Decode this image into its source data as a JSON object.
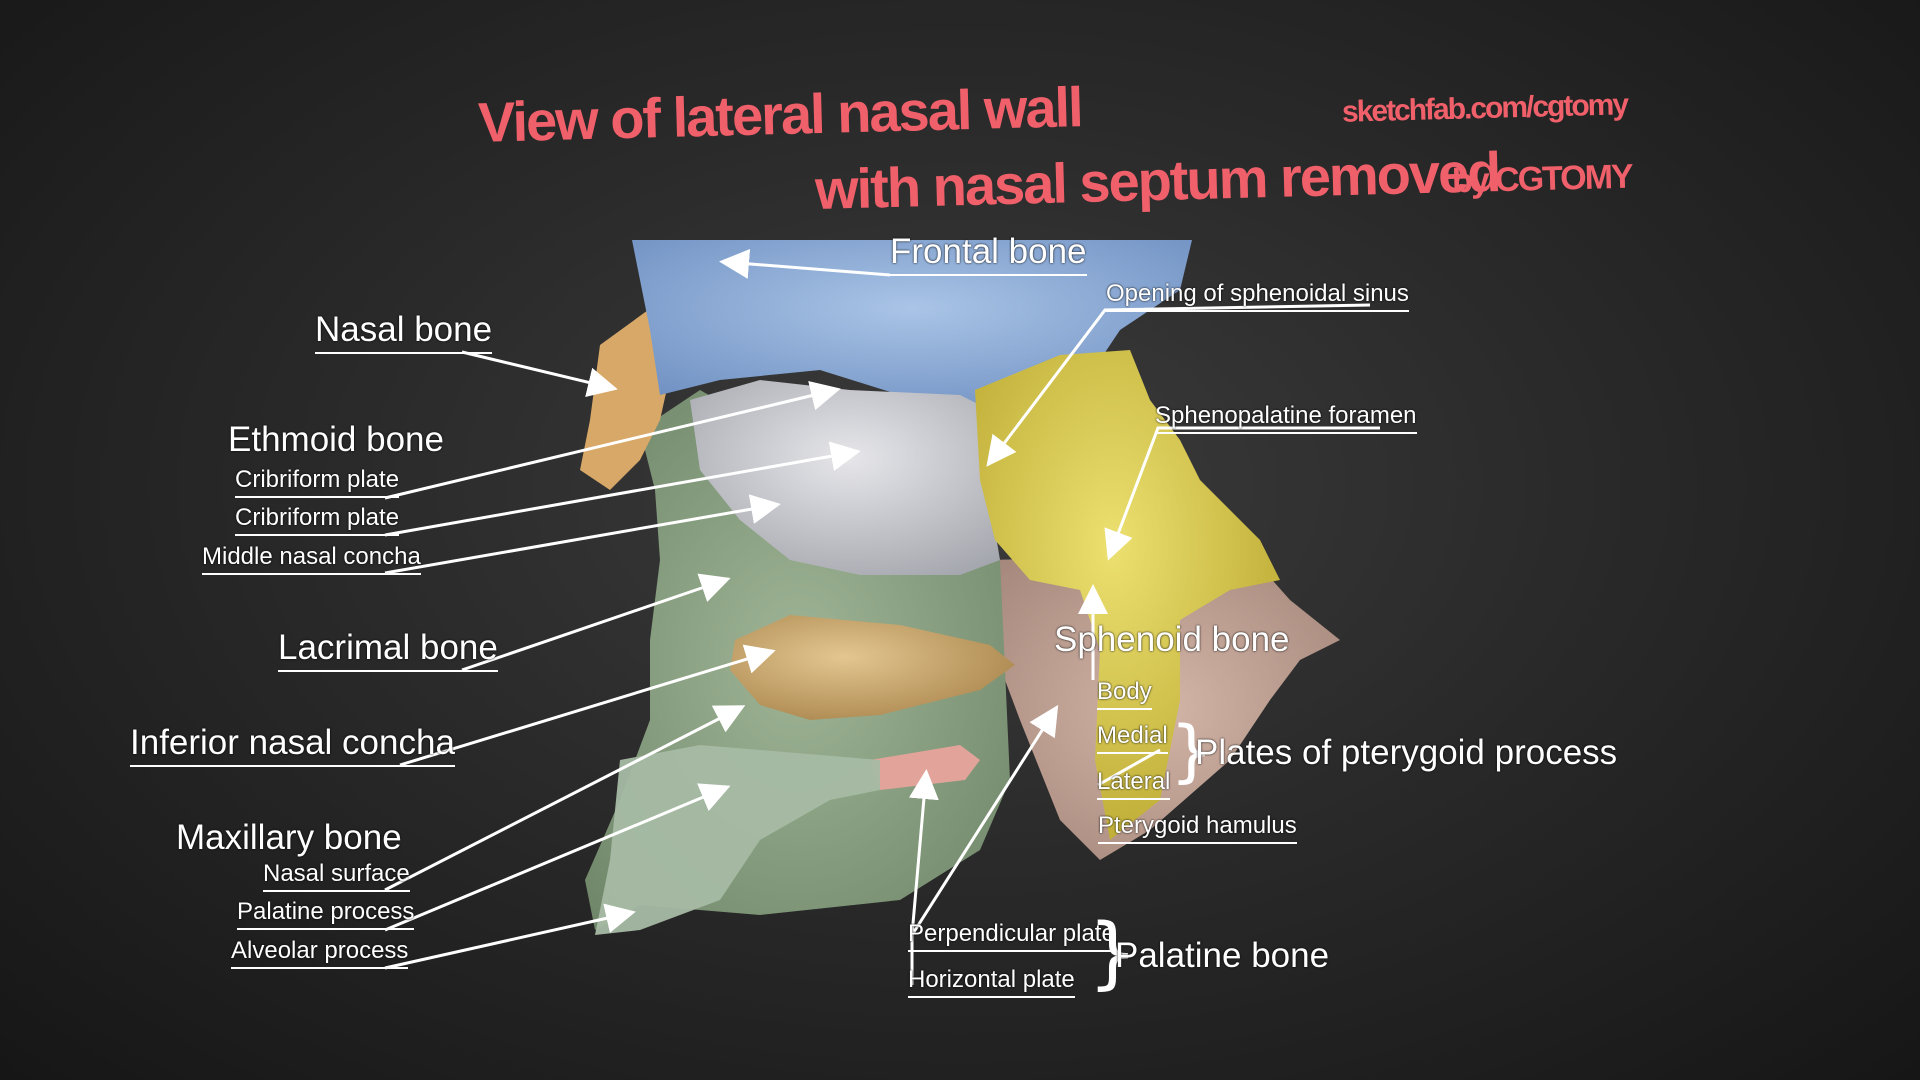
{
  "title": {
    "line1": "View of lateral nasal wall",
    "line2": "with nasal septum removed",
    "byline": "by CGTOMY",
    "site": "sketchfab.com/cgtomy"
  },
  "labels": {
    "frontal_bone": "Frontal bone",
    "nasal_bone": "Nasal bone",
    "ethmoid_bone": "Ethmoid bone",
    "cribriform_plate_1": "Cribriform plate",
    "cribriform_plate_2": "Cribriform plate",
    "middle_nasal_concha": "Middle nasal concha",
    "lacrimal_bone": "Lacrimal bone",
    "inferior_nasal_concha": "Inferior nasal concha",
    "maxillary_bone": "Maxillary bone",
    "nasal_surface": "Nasal surface",
    "palatine_process": "Palatine process",
    "alveolar_process": "Alveolar process",
    "opening_sphenoidal_sinus": "Opening of sphenoidal sinus",
    "sphenopalatine_foramen": "Sphenopalatine foramen",
    "sphenoid_bone": "Sphenoid bone",
    "body": "Body",
    "medial": "Medial",
    "lateral": "Lateral",
    "plates_pterygoid": "Plates of pterygoid process",
    "pterygoid_hamulus": "Pterygoid hamulus",
    "perpendicular_plate": "Perpendicular plate",
    "horizontal_plate": "Horizontal plate",
    "palatine_bone": "Palatine bone"
  },
  "colors": {
    "title": "#f0606a",
    "frontal": "#8fb0d8",
    "ethmoid": "#cfd0d4",
    "sphenoid": "#d9c840",
    "lacrimal_maxilla": "#8ea484",
    "nasal": "#d8a868",
    "concha": "#c8a468",
    "palatine": "#c9a898"
  }
}
